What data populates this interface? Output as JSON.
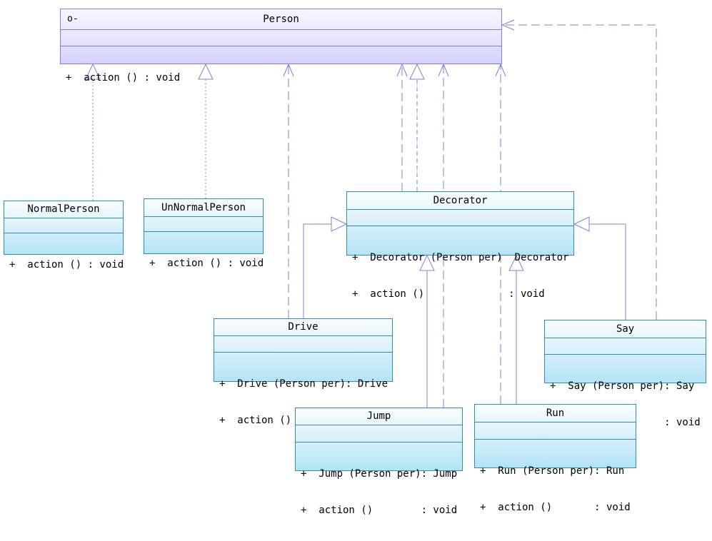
{
  "classes": {
    "person": {
      "marker": "o-",
      "name": "Person",
      "ops": [
        "+  action () : void"
      ]
    },
    "normal_person": {
      "name": "NormalPerson",
      "ops": [
        "+  action () : void"
      ]
    },
    "unnormal_person": {
      "name": "UnNormalPerson",
      "ops": [
        "+  action () : void"
      ]
    },
    "decorator": {
      "name": "Decorator",
      "ops": [
        "+  Decorator (Person per)  Decorator",
        "+  action ()              : void"
      ]
    },
    "drive": {
      "name": "Drive",
      "ops": [
        "+  Drive (Person per): Drive",
        "+  action ()         : void"
      ]
    },
    "say": {
      "name": "Say",
      "ops": [
        "+  Say (Person per): Say",
        "+  action ()       : void"
      ]
    },
    "jump": {
      "name": "Jump",
      "ops": [
        "+  Jump (Person per): Jump",
        "+  action ()        : void"
      ]
    },
    "run": {
      "name": "Run",
      "ops": [
        "+  Run (Person per): Run",
        "+  action ()       : void"
      ]
    }
  },
  "colors": {
    "line": "#8080e0",
    "class_border": "#2b8fb8",
    "interface_border": "#8080e0"
  }
}
